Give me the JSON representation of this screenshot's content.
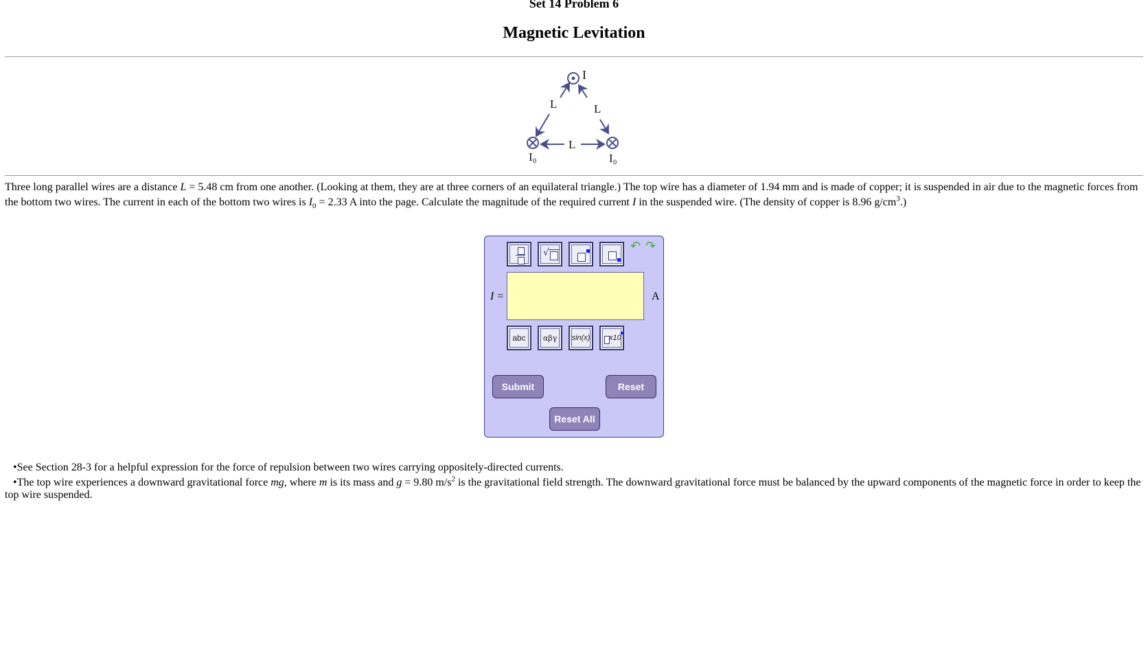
{
  "header": {
    "set_label": "Set 14 Problem 6",
    "title": "Magnetic Levitation"
  },
  "diagram": {
    "top_current": "I",
    "bottom_current": "I₀",
    "side_label": "L"
  },
  "problem": {
    "p1": "Three long parallel wires are a distance ",
    "L_var": "L",
    "p2": " = 5.48 cm from one another. (Looking at them, they are at three corners of an equilateral triangle.) The top wire has a diameter of 1.94 mm and is made of copper; it is suspended in air due to the magnetic forces from the bottom two wires. The current in each of the bottom two wires is ",
    "I0_var": "I",
    "I0_sub": "0",
    "p3": " = 2.33 A into the page. Calculate the magnitude of the required current ",
    "I_var": "I",
    "p4": " in the suspended wire. (The density of copper is 8.96 g/cm",
    "p4_sup": "3",
    "p5": ".)"
  },
  "widget": {
    "answer_label": "I =",
    "answer_value": "",
    "unit": "A",
    "toolbar_icons": [
      "fraction-icon",
      "square-root-icon",
      "superscript-icon",
      "subscript-icon",
      "undo-icon",
      "redo-icon"
    ],
    "keyboard": {
      "abc": "abc",
      "greek": "αβγ",
      "func": "sin(x)",
      "sci": "x10"
    },
    "submit_label": "Submit",
    "reset_label": "Reset",
    "reset_all_label": "Reset All"
  },
  "hints": {
    "h1": "•See Section 28-3 for a helpful expression for the force of repulsion between two wires carrying oppositely-directed currents.",
    "h2a": "•The top wire experiences a downward gravitational force ",
    "h2_mg": "mg",
    "h2b": ", where ",
    "h2_m": "m",
    "h2c": " is its mass and ",
    "h2_g": "g",
    "h2d": " = 9.80 m/s",
    "h2_sup": "2",
    "h2e": " is the gravitational field strength. The downward gravitational force must be balanced by the upward components of the magnetic force in order to keep the top wire suspended."
  },
  "colors": {
    "widget_bg": "#c9c8f6",
    "input_bg": "#ffffb8",
    "button_bg": "#8e84b8",
    "diagram_ink": "#4a4f8c"
  }
}
